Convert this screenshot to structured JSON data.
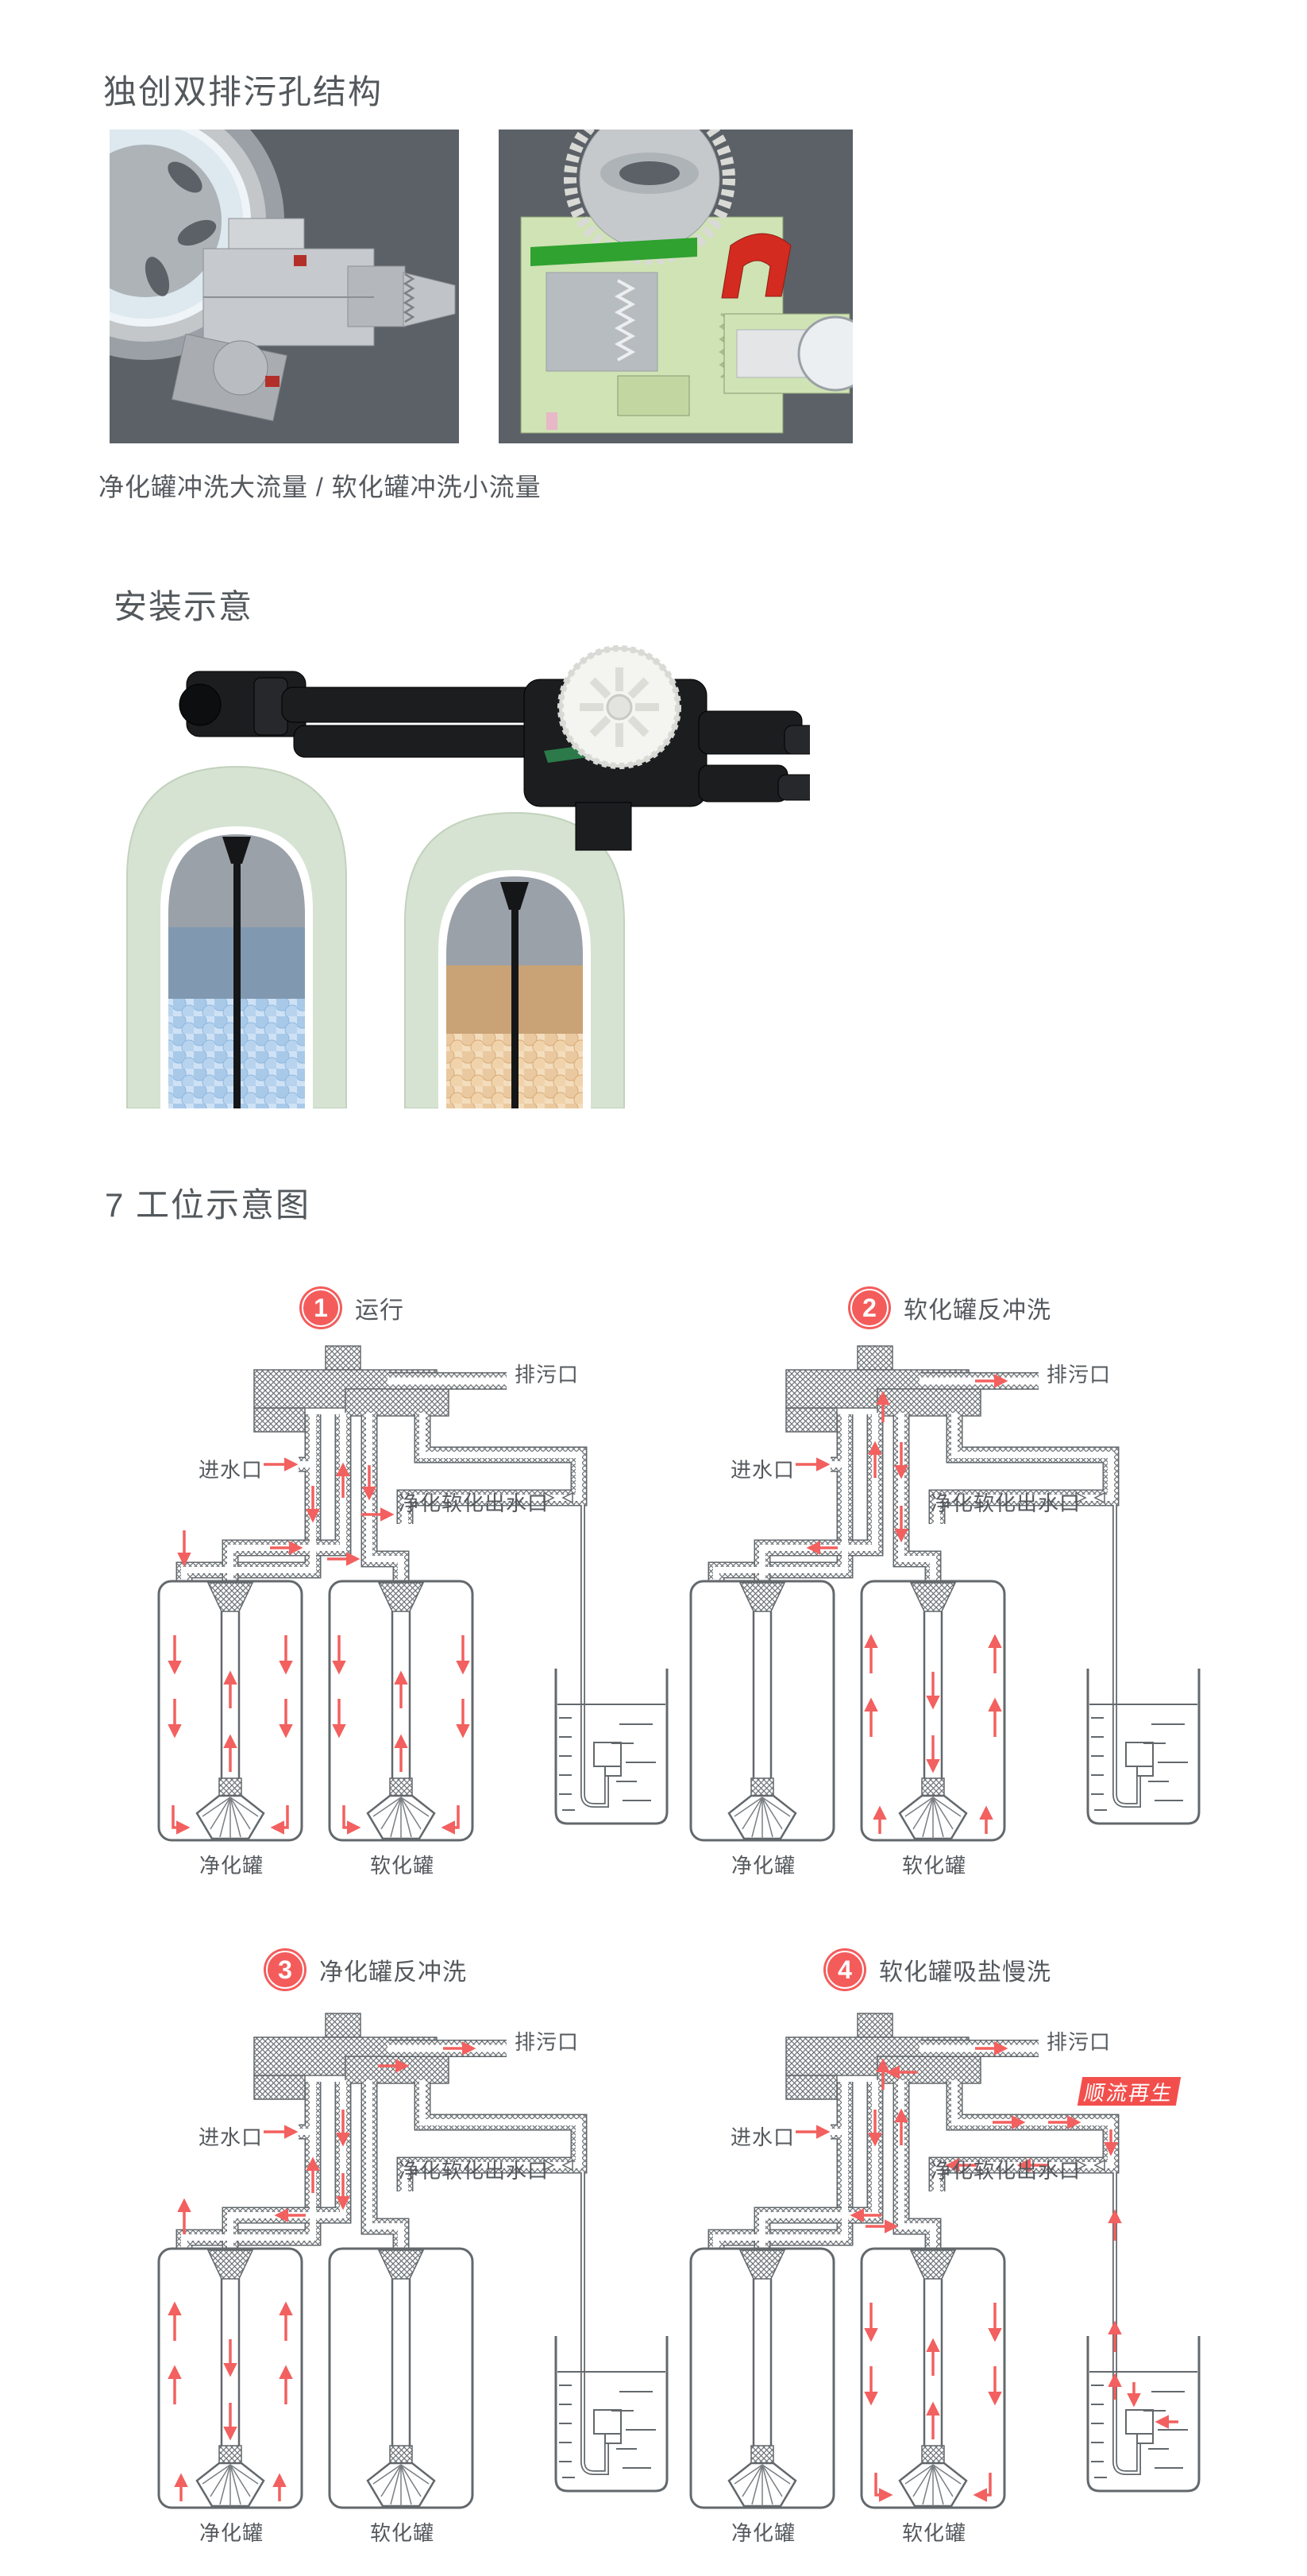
{
  "colors": {
    "text": "#55595d",
    "line": "#63686c",
    "red_arrow": "#f2605f",
    "red_circle": "#f45c5c",
    "red_badge": "#f24f4c",
    "cad_background": "#5b6167",
    "tank_green": "#d6e3d2",
    "media_blue": "#a9c9e9",
    "media_tan": "#eac9a0"
  },
  "icons": [
    {
      "name": "valve-cutaway-gray-render"
    },
    {
      "name": "valve-cutaway-green-render"
    },
    {
      "name": "twin-tank-installation-render"
    }
  ],
  "sections": {
    "feature": {
      "title": "独创双排污孔结构",
      "caption": "净化罐冲洗大流量 / 软化罐冲洗小流量"
    },
    "install": {
      "title": "安装示意"
    },
    "stations": {
      "title": "7 工位示意图",
      "diagrams": [
        {
          "number": "1",
          "title": "运行",
          "labels": {
            "drain": "排污口",
            "inlet": "进水口",
            "outlet": "净化软化出水口",
            "tank_left": "净化罐",
            "tank_right": "软化罐"
          }
        },
        {
          "number": "2",
          "title": "软化罐反冲洗",
          "labels": {
            "drain": "排污口",
            "inlet": "进水口",
            "outlet": "净化软化出水口",
            "tank_left": "净化罐",
            "tank_right": "软化罐"
          }
        },
        {
          "number": "3",
          "title": "净化罐反冲洗",
          "labels": {
            "drain": "排污口",
            "inlet": "进水口",
            "outlet": "净化软化出水口",
            "tank_left": "净化罐",
            "tank_right": "软化罐"
          }
        },
        {
          "number": "4",
          "title": "软化罐吸盐慢洗",
          "badge": "顺流再生",
          "labels": {
            "drain": "排污口",
            "inlet": "进水口",
            "outlet": "净化软化出水口",
            "tank_left": "净化罐",
            "tank_right": "软化罐"
          }
        }
      ]
    }
  }
}
